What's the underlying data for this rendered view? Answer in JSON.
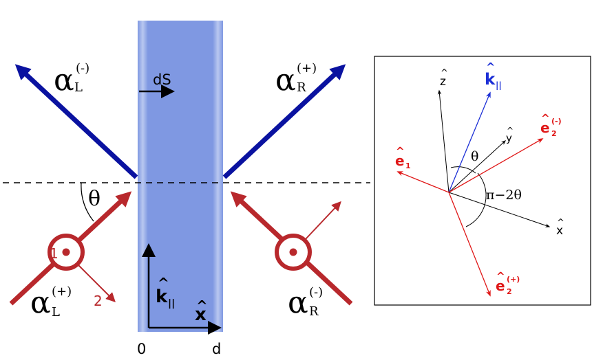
{
  "colors": {
    "blue": "#0a12a0",
    "red": "#b8282c",
    "bright_red": "#e01818",
    "panel_blue": "#1c2fd6",
    "slab_core": "#7f98e2",
    "slab_edge": "#c8d4f4",
    "black": "#000000"
  },
  "left": {
    "alpha_L_minus": {
      "greek": "α",
      "sub": "L",
      "sup": "(-)"
    },
    "alpha_R_plus": {
      "greek": "α",
      "sub": "R",
      "sup": "(+)"
    },
    "alpha_L_plus": {
      "greek": "α",
      "sub": "L",
      "sup": "(+)"
    },
    "alpha_R_minus": {
      "greek": "α",
      "sub": "R",
      "sup": "(-)"
    },
    "dS_label": "dS",
    "theta_label": "θ",
    "label_1": "1",
    "label_2": "2",
    "k_parallel": {
      "main": "k",
      "sub": "||"
    },
    "x_hat": "x",
    "axis_0": "0",
    "axis_d": "d"
  },
  "panel": {
    "z_hat": "z",
    "y_hat": "y",
    "x_hat": "x",
    "k_parallel": {
      "main": "k",
      "sub": "||"
    },
    "e1": {
      "main": "e",
      "sub": "1"
    },
    "e2_minus": {
      "main": "e",
      "sub": "2",
      "sup": "(-)"
    },
    "e2_plus": {
      "main": "e",
      "sub": "2",
      "sup": "(+)"
    },
    "theta_label": "θ",
    "pi_minus_2theta": "π−2θ"
  }
}
